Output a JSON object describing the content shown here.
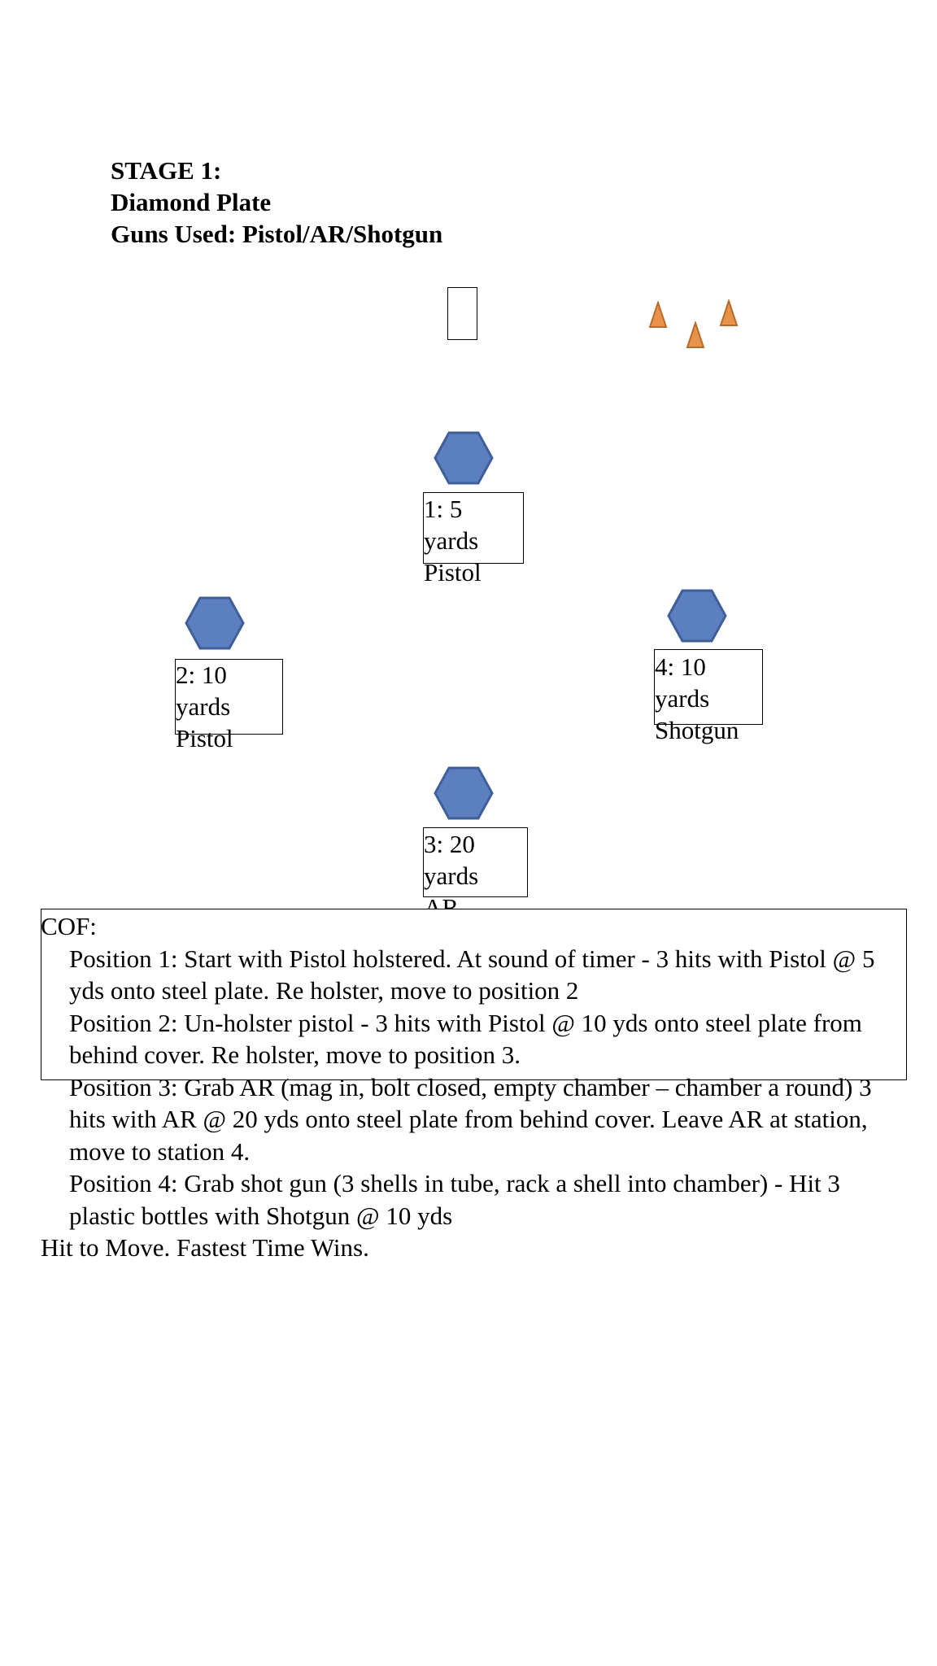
{
  "stage": {
    "title": "STAGE 1:",
    "name": "Diamond Plate",
    "guns_used": "Guns Used: Pistol/AR/Shotgun"
  },
  "diagram": {
    "colors": {
      "cover_hexagon": "#5b7fbf",
      "cover_hexagon_stroke": "#3f5f9a",
      "bottle_fill": "#e8924a",
      "bottle_stroke": "#b86a28",
      "plate_stroke": "#000000"
    },
    "stations": [
      {
        "id": "1",
        "distance_line": "1: 5",
        "unit": "yards",
        "gun": "Pistol"
      },
      {
        "id": "2",
        "distance_line": "2: 10",
        "unit": "yards",
        "gun": "Pistol"
      },
      {
        "id": "3",
        "distance_line": "3: 20",
        "unit": "yards",
        "gun": "AR"
      },
      {
        "id": "4",
        "distance_line": "4: 10",
        "unit": "yards",
        "gun": "Shotgun"
      }
    ]
  },
  "cof": {
    "heading": "COF:",
    "steps": [
      "Position 1: Start with Pistol holstered. At sound of timer - 3 hits with Pistol @ 5 yds onto steel plate. Re holster, move to position 2",
      "Position 2: Un-holster pistol  - 3 hits with Pistol @ 10 yds onto steel plate from behind cover. Re holster, move to position 3.",
      "Position 3: Grab AR (mag in, bolt closed, empty chamber – chamber a round) 3 hits with AR @ 20 yds onto steel plate from behind cover. Leave AR at station, move to station 4.",
      "Position 4: Grab shot gun (3 shells in tube, rack a shell into chamber) - Hit 3 plastic bottles with Shotgun @ 10 yds"
    ],
    "footer": "Hit to Move. Fastest Time Wins."
  }
}
